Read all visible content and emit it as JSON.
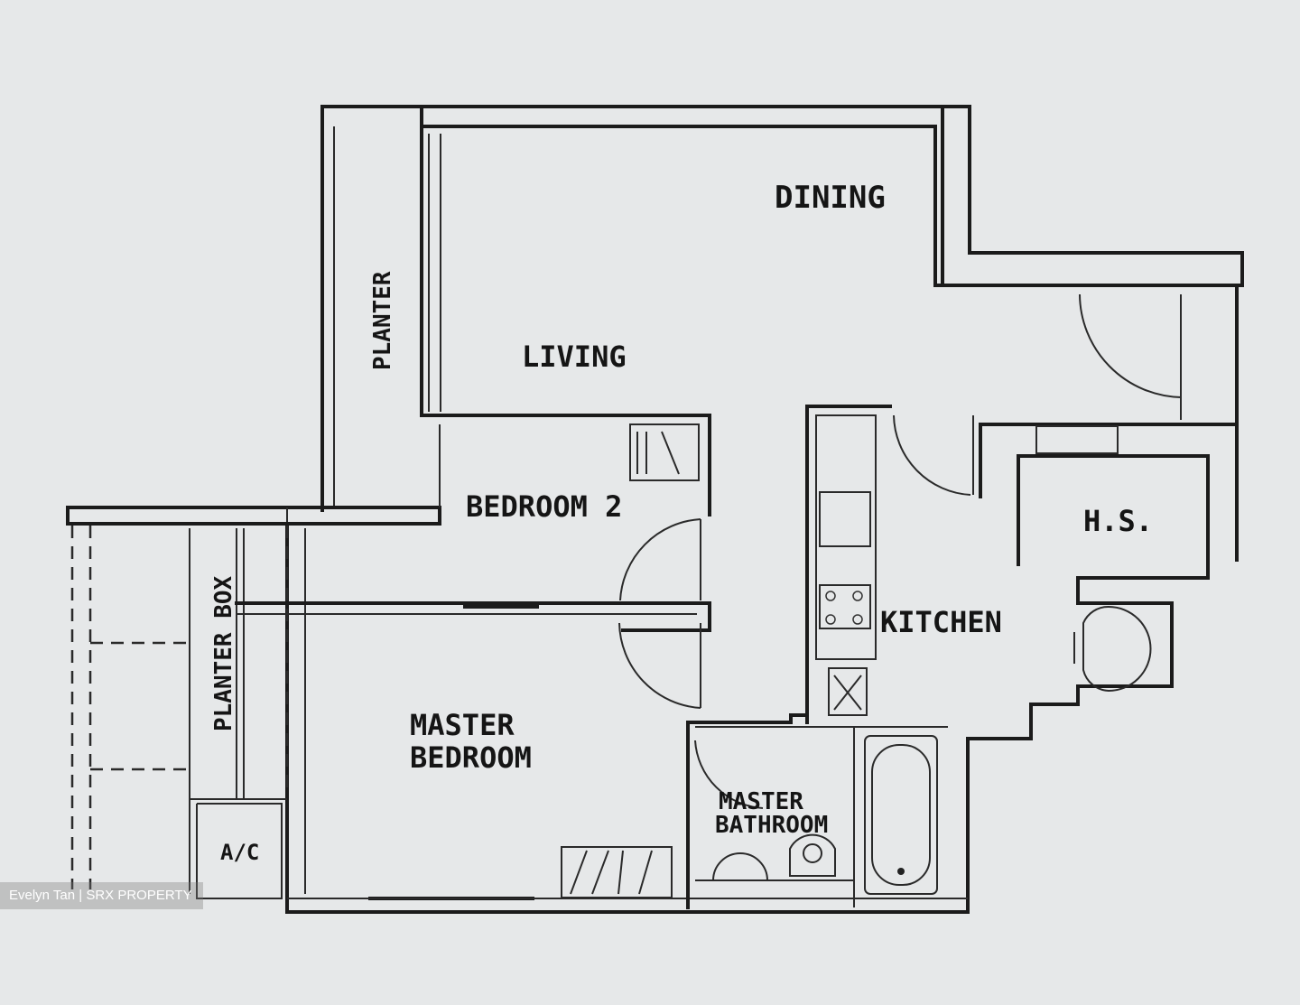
{
  "rooms": {
    "dining": "DINING",
    "living": "LIVING",
    "planter": "PLANTER",
    "bedroom2": "BEDROOM 2",
    "kitchen": "KITCHEN",
    "hs": "H.S.",
    "planter_box": "PLANTER BOX",
    "master_bedroom_line1": "MASTER",
    "master_bedroom_line2": "BEDROOM",
    "master_bathroom_line1": "MASTER",
    "master_bathroom_line2": "BATHROOM",
    "ac": "A/C"
  },
  "watermark": "Evelyn Tan | SRX PROPERTY"
}
